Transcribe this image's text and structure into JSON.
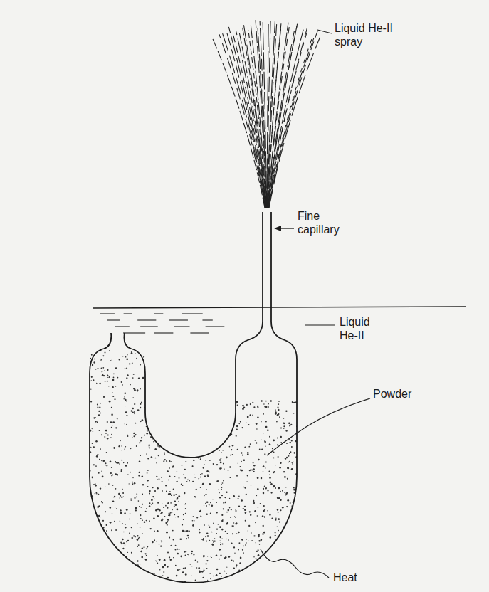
{
  "diagram": {
    "labels": [
      "Liquid He-II spray",
      "Fine capillary",
      "Liquid He-II",
      "Powder",
      "Heat"
    ]
  }
}
